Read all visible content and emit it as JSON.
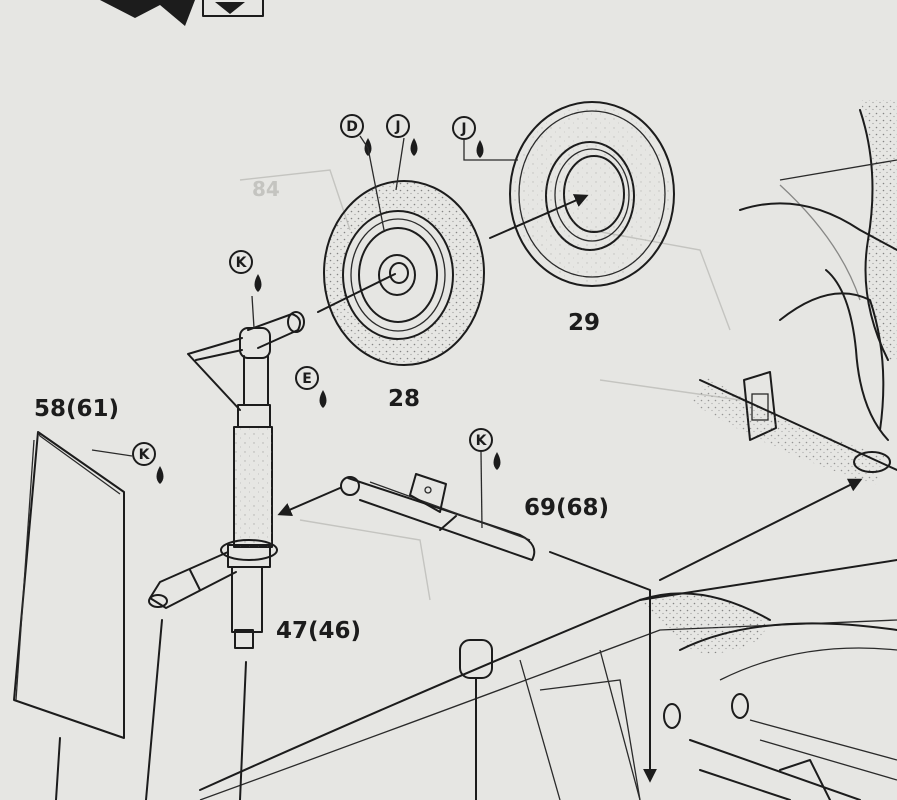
{
  "part_labels": {
    "wheel": "28",
    "tire": "29",
    "panel": "58(61)",
    "gear_strut": "47(46)",
    "retraction_arm": "69(68)",
    "ghost_number": "84"
  },
  "color_badges": {
    "wheel_hub": "D",
    "wheel_tire_top": "J",
    "tire_ring": "J",
    "strut_top": "K",
    "strut_side": "E",
    "panel": "K",
    "arm": "K"
  },
  "colors": {
    "paper": "#e6e6e3",
    "ink": "#1c1c1c",
    "ghost": "#c4c4c0"
  }
}
